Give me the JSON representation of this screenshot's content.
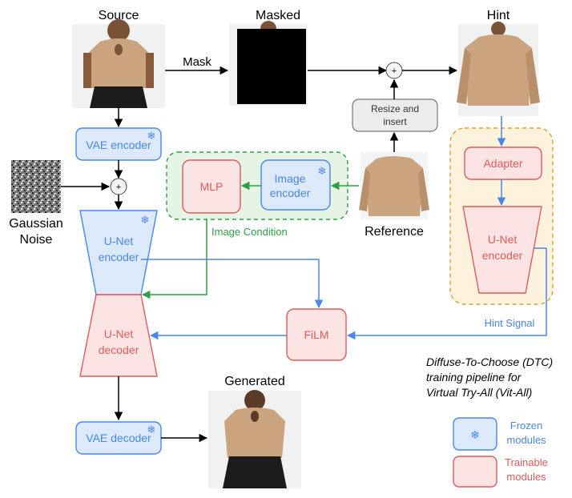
{
  "images": {
    "source": {
      "title": "Source"
    },
    "masked": {
      "title": "Masked"
    },
    "hint": {
      "title": "Hint"
    },
    "reference": {
      "title": "Reference"
    },
    "generated": {
      "title": "Generated"
    },
    "gaussian": {
      "title_line1": "Gaussian",
      "title_line2": "Noise"
    }
  },
  "labels": {
    "mask": "Mask",
    "resize_line1": "Resize and",
    "resize_line2": "insert",
    "image_condition": "Image Condition",
    "hint_signal": "Hint Signal",
    "plus": "+"
  },
  "modules": {
    "vae_encoder": "VAE encoder",
    "vae_decoder": "VAE decoder",
    "unet_encoder_line1": "U-Net",
    "unet_encoder_line2": "encoder",
    "unet_decoder_line1": "U-Net",
    "unet_decoder_line2": "decoder",
    "mlp": "MLP",
    "image_encoder_line1": "Image",
    "image_encoder_line2": "encoder",
    "adapter": "Adapter",
    "hint_unet_line1": "U-Net",
    "hint_unet_line2": "encoder",
    "film": "FiLM",
    "snowflake": "❄"
  },
  "caption": {
    "line1": "Diffuse-To-Choose (DTC)",
    "line2": "training pipeline for",
    "line3": "Virtual Try-All (Vit-All)"
  },
  "legend": {
    "frozen_line1": "Frozen",
    "frozen_line2": "modules",
    "trainable_line1": "Trainable",
    "trainable_line2": "modules"
  },
  "colors": {
    "blue": "#4a86e8",
    "blue_fill": "#dce9fb",
    "red": "#e05a5a",
    "red_fill": "#fde4e4",
    "green": "#2ea043",
    "green_fill": "#e6f4e6",
    "orange": "#d7a12a",
    "orange_fill": "#fdf3dc"
  }
}
